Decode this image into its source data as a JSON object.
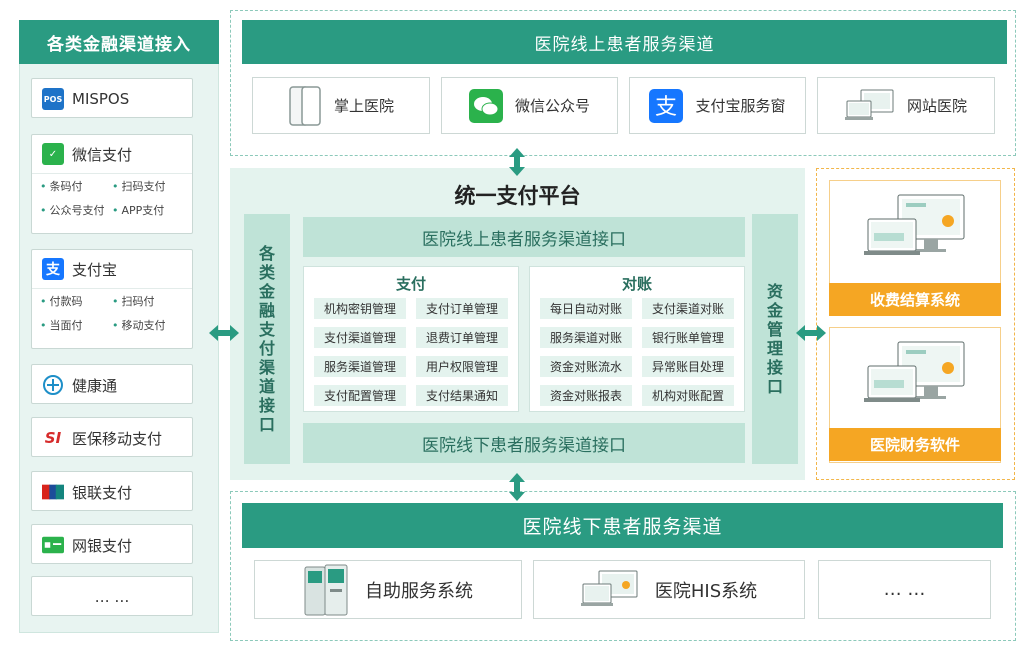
{
  "left": {
    "title": "各类金融渠道接入",
    "items": [
      {
        "label": "MISPOS",
        "icon": "pos-icon"
      },
      {
        "label": "微信支付",
        "icon": "wechat-pay-icon",
        "sub": [
          "条码付",
          "扫码支付",
          "公众号支付",
          "APP支付"
        ]
      },
      {
        "label": "支付宝",
        "icon": "alipay-icon",
        "sub": [
          "付款码",
          "扫码付",
          "当面付",
          "移动支付"
        ]
      },
      {
        "label": "健康通",
        "icon": "health-pass-icon"
      },
      {
        "label": "医保移动支付",
        "icon": "social-insurance-icon"
      },
      {
        "label": "银联支付",
        "icon": "unionpay-icon"
      },
      {
        "label": "网银支付",
        "icon": "bank-card-icon"
      },
      {
        "label": "… …"
      }
    ]
  },
  "top": {
    "title": "医院线上患者服务渠道",
    "cards": [
      {
        "label": "掌上医院",
        "icon": "phone-icon"
      },
      {
        "label": "微信公众号",
        "icon": "wechat-icon"
      },
      {
        "label": "支付宝服务窗",
        "icon": "alipay-icon"
      },
      {
        "label": "网站医院",
        "icon": "laptop-icon"
      }
    ]
  },
  "platform": {
    "title": "统一支付平台",
    "left_bar": "各类金融支付渠道接口",
    "right_bar": "资金管理接口",
    "top_bar": "医院线上患者服务渠道接口",
    "bottom_bar": "医院线下患者服务渠道接口",
    "pay": {
      "title": "支付",
      "cells": [
        "机构密钥管理",
        "支付订单管理",
        "支付渠道管理",
        "退费订单管理",
        "服务渠道管理",
        "用户权限管理",
        "支付配置管理",
        "支付结果通知"
      ]
    },
    "reconcile": {
      "title": "对账",
      "cells": [
        "每日自动对账",
        "支付渠道对账",
        "服务渠道对账",
        "银行账单管理",
        "资金对账流水",
        "异常账目处理",
        "资金对账报表",
        "机构对账配置"
      ]
    }
  },
  "right": {
    "cards": [
      {
        "label": "收费结算系统",
        "icon": "monitor-laptop-icon"
      },
      {
        "label": "医院财务软件",
        "icon": "monitor-laptop-icon"
      }
    ]
  },
  "bottom": {
    "title": "医院线下患者服务渠道",
    "cards": [
      {
        "label": "自助服务系统",
        "icon": "kiosk-icon"
      },
      {
        "label": "医院HIS系统",
        "icon": "laptop-monitor-icon"
      },
      {
        "label": "… …"
      }
    ]
  },
  "colors": {
    "primary": "#2a9b82",
    "light": "#e4f3ee",
    "accent": "#f5a623"
  }
}
